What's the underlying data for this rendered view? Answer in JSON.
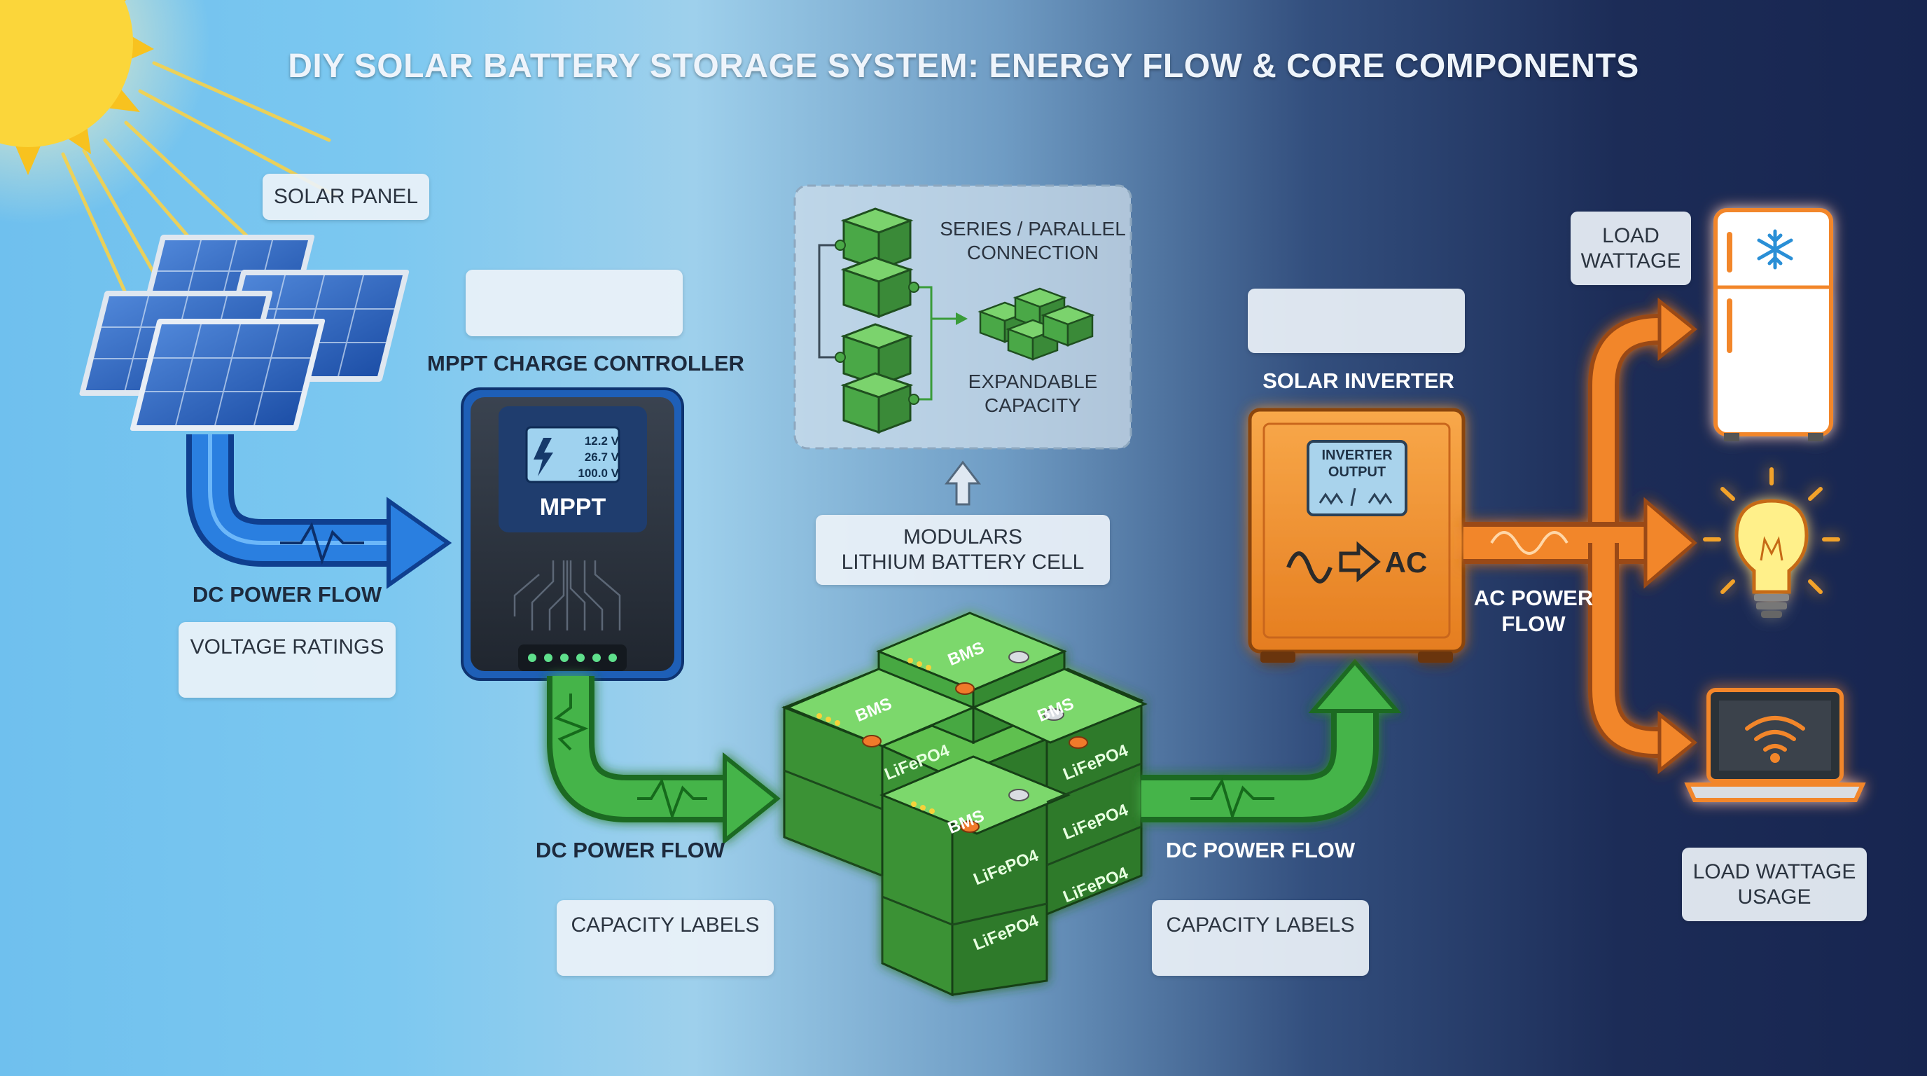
{
  "title": "DIY SOLAR BATTERY STORAGE SYSTEM: ENERGY FLOW & CORE COMPONENTS",
  "labels": {
    "solar_panel": "SOLAR PANEL",
    "mppt_controller": "MPPT CHARGE CONTROLLER",
    "mppt_badge": "MPPT",
    "mppt_readings": [
      "12.2 V",
      "26.7 V",
      "100.0 V"
    ],
    "dc_power_flow_1": "DC POWER FLOW",
    "voltage_ratings": "VOLTAGE RATINGS",
    "dc_power_flow_2": "DC POWER FLOW",
    "capacity_labels_left": "CAPACITY LABELS",
    "series_parallel": [
      "SERIES / PARALLEL",
      "CONNECTION"
    ],
    "expandable_capacity": [
      "EXPANDABLE",
      "CAPACITY"
    ],
    "modular_cell": [
      "MODULARS",
      "LITHIUM BATTERY CELL"
    ],
    "battery_bms": "BMS",
    "battery_chem": "LiFePO4",
    "dc_power_flow_3": "DC POWER FLOW",
    "capacity_labels_right": "CAPACITY LABELS",
    "solar_inverter": "SOLAR INVERTER",
    "inverter_output": [
      "INVERTER",
      "OUTPUT"
    ],
    "inverter_ac": "AC",
    "ac_power_flow": [
      "AC POWER",
      "FLOW"
    ],
    "load_wattage": [
      "LOAD",
      "WATTAGE"
    ],
    "load_wattage_usage": [
      "LOAD WATTAGE",
      "USAGE"
    ]
  },
  "colors": {
    "dc_blue": "#1f6fd6",
    "dc_green": "#3fae3f",
    "ac_orange": "#f2862a",
    "battery_green": "#3c9a3c",
    "inverter_orange": "#f0962f",
    "controller_dark": "#2b323c"
  },
  "icons": [
    "sun-icon",
    "solar-panel-icon",
    "charge-controller-icon",
    "battery-module-icon",
    "inverter-icon",
    "refrigerator-icon",
    "light-bulb-icon",
    "laptop-icon",
    "snowflake-icon",
    "wifi-icon",
    "up-arrow-icon"
  ]
}
